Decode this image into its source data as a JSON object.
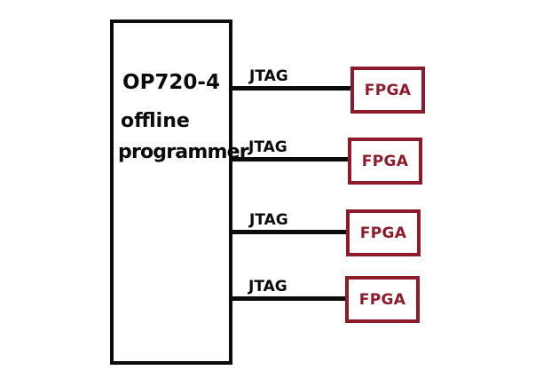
{
  "diagram": {
    "background_color": "#ffffff",
    "wire_color": "#0b0b0b",
    "box_border_color": "#0b0b0b",
    "accent_color": "#8e1b2b",
    "programmer": {
      "model": "OP720-4",
      "line2": "offline",
      "line3": "programmer"
    },
    "connections": [
      {
        "bus_label": "JTAG",
        "device_label": "FPGA"
      },
      {
        "bus_label": "JTAG",
        "device_label": "FPGA"
      },
      {
        "bus_label": "JTAG",
        "device_label": "FPGA"
      },
      {
        "bus_label": "JTAG",
        "device_label": "FPGA"
      }
    ]
  }
}
